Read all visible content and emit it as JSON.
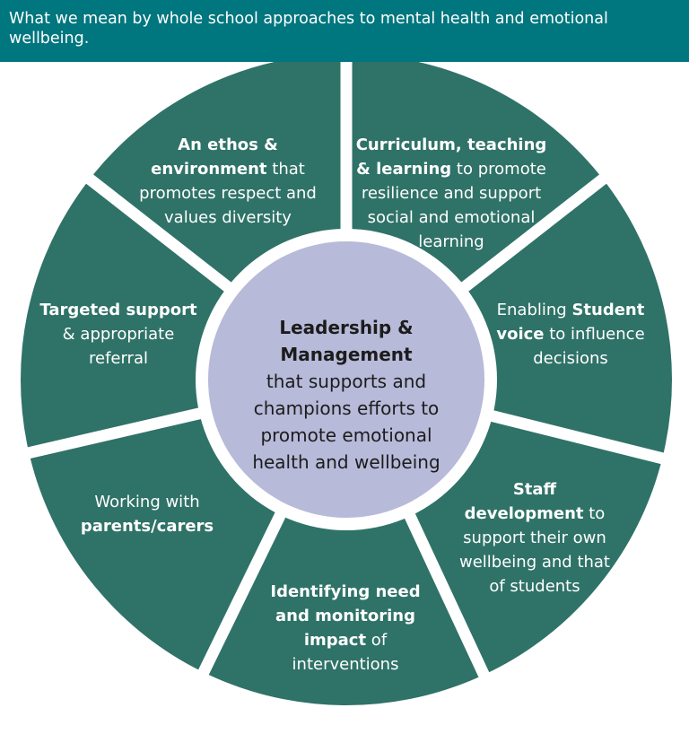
{
  "header": {
    "title": "What we mean by whole school approaches to mental health and emotional wellbeing."
  },
  "colors": {
    "header_bg": "#00767e",
    "segment_fill": "#2f7268",
    "center_fill": "#b7bad9",
    "gap": "#ffffff"
  },
  "diagram": {
    "center": {
      "lines": [
        [
          {
            "t": "Leadership &",
            "b": true
          }
        ],
        [
          {
            "t": "Management",
            "b": true
          }
        ],
        [
          {
            "t": "that supports and",
            "b": false
          }
        ],
        [
          {
            "t": "champions efforts to",
            "b": false
          }
        ],
        [
          {
            "t": "promote emotional",
            "b": false
          }
        ],
        [
          {
            "t": "health and wellbeing",
            "b": false
          }
        ]
      ]
    },
    "segments": [
      {
        "name": "segment-curriculum",
        "lines": [
          [
            {
              "t": "Curriculum, teaching",
              "b": true
            }
          ],
          [
            {
              "t": "& learning",
              "b": true
            },
            {
              "t": " to promote",
              "b": false
            }
          ],
          [
            {
              "t": "resilience and support",
              "b": false
            }
          ],
          [
            {
              "t": "social and emotional",
              "b": false
            }
          ],
          [
            {
              "t": "learning",
              "b": false
            }
          ]
        ]
      },
      {
        "name": "segment-student-voice",
        "lines": [
          [
            {
              "t": "Enabling ",
              "b": false
            },
            {
              "t": "Student",
              "b": true
            }
          ],
          [
            {
              "t": "voice",
              "b": true
            },
            {
              "t": " to influence",
              "b": false
            }
          ],
          [
            {
              "t": "decisions",
              "b": false
            }
          ]
        ]
      },
      {
        "name": "segment-staff-development",
        "lines": [
          [
            {
              "t": "Staff",
              "b": true
            }
          ],
          [
            {
              "t": "development",
              "b": true
            },
            {
              "t": " to",
              "b": false
            }
          ],
          [
            {
              "t": "support their own",
              "b": false
            }
          ],
          [
            {
              "t": "wellbeing and that",
              "b": false
            }
          ],
          [
            {
              "t": "of students",
              "b": false
            }
          ]
        ]
      },
      {
        "name": "segment-identifying-need",
        "lines": [
          [
            {
              "t": "Identifying need",
              "b": true
            }
          ],
          [
            {
              "t": "and monitoring",
              "b": true
            }
          ],
          [
            {
              "t": "impact",
              "b": true
            },
            {
              "t": " of",
              "b": false
            }
          ],
          [
            {
              "t": "interventions",
              "b": false
            }
          ]
        ]
      },
      {
        "name": "segment-working-with-parents",
        "lines": [
          [
            {
              "t": "Working with",
              "b": false
            }
          ],
          [
            {
              "t": "parents/carers",
              "b": true
            }
          ]
        ]
      },
      {
        "name": "segment-targeted-support",
        "lines": [
          [
            {
              "t": "Targeted support",
              "b": true
            }
          ],
          [
            {
              "t": "& appropriate",
              "b": false
            }
          ],
          [
            {
              "t": "referral",
              "b": false
            }
          ]
        ]
      },
      {
        "name": "segment-ethos-environment",
        "lines": [
          [
            {
              "t": "An ethos &",
              "b": true
            }
          ],
          [
            {
              "t": "environment",
              "b": true
            },
            {
              "t": " that",
              "b": false
            }
          ],
          [
            {
              "t": "promotes respect and",
              "b": false
            }
          ],
          [
            {
              "t": "values diversity",
              "b": false
            }
          ]
        ]
      }
    ]
  }
}
